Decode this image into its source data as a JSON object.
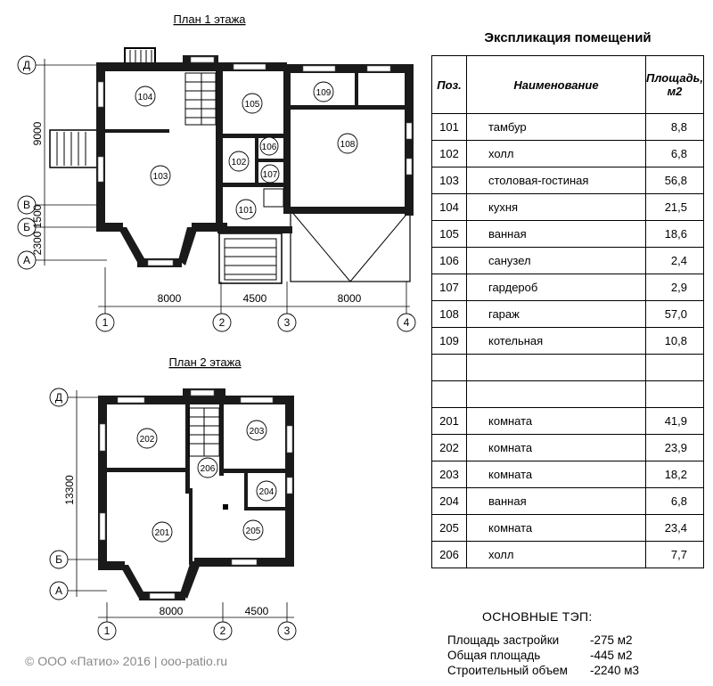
{
  "plan1": {
    "title": "План 1 этажа",
    "axes_letters": [
      "Д",
      "В",
      "Б",
      "А"
    ],
    "axes_numbers": [
      "1",
      "2",
      "3",
      "4"
    ],
    "dims_bottom": [
      "8000",
      "4500",
      "8000"
    ],
    "dims_left": [
      "9000",
      "1500",
      "2300"
    ],
    "rooms": [
      "101",
      "102",
      "103",
      "104",
      "105",
      "106",
      "107",
      "108",
      "109"
    ]
  },
  "plan2": {
    "title": "План 2 этажа",
    "axes_letters": [
      "Д",
      "Б",
      "А"
    ],
    "axes_numbers": [
      "1",
      "2",
      "3"
    ],
    "dims_bottom": [
      "8000",
      "4500"
    ],
    "dims_left": [
      "13300"
    ],
    "rooms": [
      "201",
      "202",
      "203",
      "204",
      "205",
      "206"
    ]
  },
  "explication": {
    "title": "Экспликация помещений",
    "headers": {
      "pos": "Поз.",
      "name": "Наименование",
      "area": "Площадь, м2"
    },
    "rows": [
      {
        "pos": "101",
        "name": "тамбур",
        "area": "8,8"
      },
      {
        "pos": "102",
        "name": "холл",
        "area": "6,8"
      },
      {
        "pos": "103",
        "name": "столовая-гостиная",
        "area": "56,8"
      },
      {
        "pos": "104",
        "name": "кухня",
        "area": "21,5"
      },
      {
        "pos": "105",
        "name": "ванная",
        "area": "18,6"
      },
      {
        "pos": "106",
        "name": "санузел",
        "area": "2,4"
      },
      {
        "pos": "107",
        "name": "гардероб",
        "area": "2,9"
      },
      {
        "pos": "108",
        "name": "гараж",
        "area": "57,0"
      },
      {
        "pos": "109",
        "name": "котельная",
        "area": "10,8"
      },
      {
        "pos": "",
        "name": "",
        "area": ""
      },
      {
        "pos": "",
        "name": "",
        "area": ""
      },
      {
        "pos": "201",
        "name": "комната",
        "area": "41,9"
      },
      {
        "pos": "202",
        "name": "комната",
        "area": "23,9"
      },
      {
        "pos": "203",
        "name": "комната",
        "area": "18,2"
      },
      {
        "pos": "204",
        "name": "ванная",
        "area": "6,8"
      },
      {
        "pos": "205",
        "name": "комната",
        "area": "23,4"
      },
      {
        "pos": "206",
        "name": "холл",
        "area": "7,7"
      }
    ]
  },
  "tep": {
    "title": "ОСНОВНЫЕ ТЭП:",
    "rows": [
      {
        "label": "Площадь застройки",
        "value": "-275 м2"
      },
      {
        "label": "Общая площадь",
        "value": "-445 м2"
      },
      {
        "label": "Строительный объем",
        "value": "-2240 м3"
      }
    ]
  },
  "copyright": "© ООО «Патио» 2016  | ooo-patio.ru"
}
